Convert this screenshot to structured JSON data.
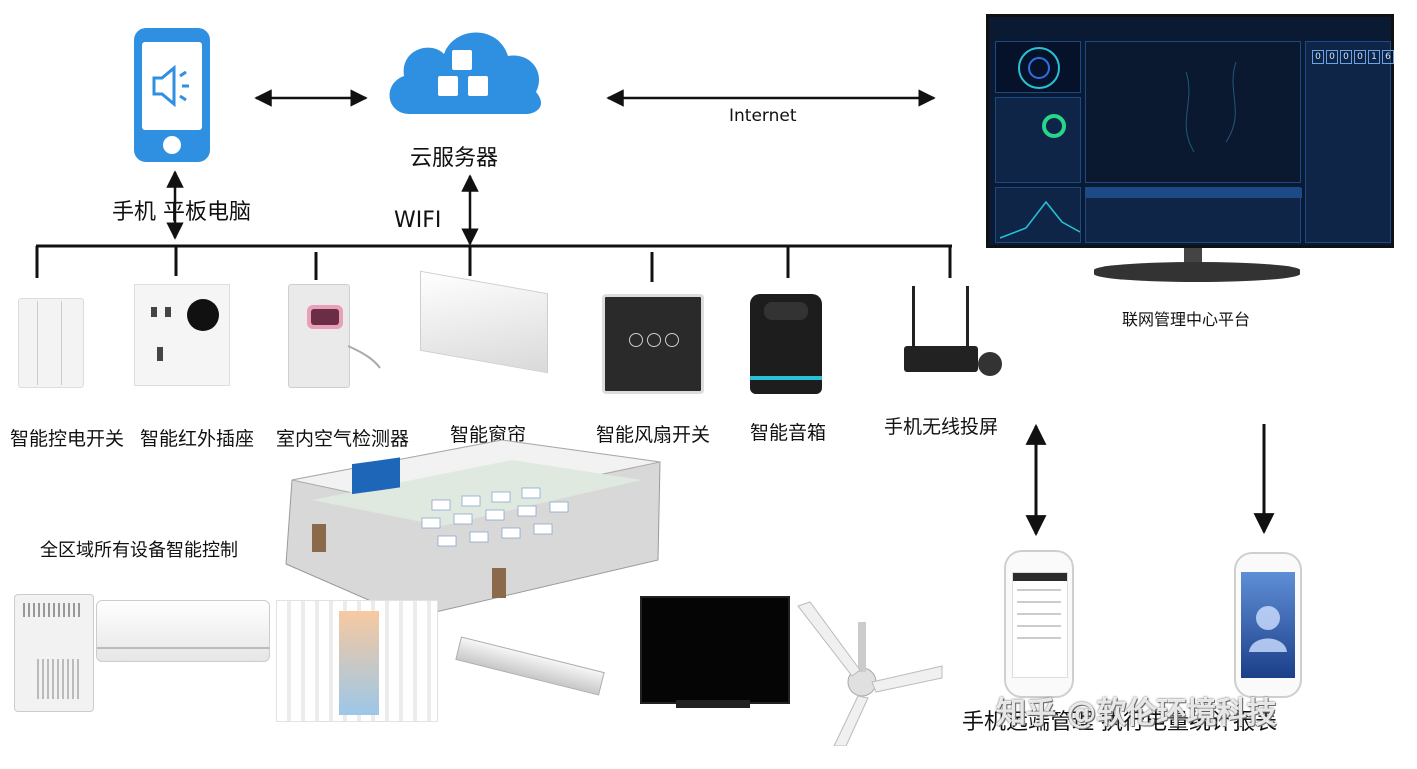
{
  "top": {
    "phone_tablet_label": "手机 平板电脑",
    "cloud_label": "云服务器",
    "wifi_label": "WIFI",
    "internet_label": "Internet",
    "platform_label": "联网管理中心平台"
  },
  "devices": [
    {
      "label": "智能控电开关"
    },
    {
      "label": "智能红外插座"
    },
    {
      "label": "室内空气检测器"
    },
    {
      "label": "智能窗帘"
    },
    {
      "label": "智能风扇开关"
    },
    {
      "label": "智能音箱"
    },
    {
      "label": "手机无线投屏"
    }
  ],
  "middle": {
    "whole_area_label": "全区域所有设备智能控制"
  },
  "dashboard": {
    "counter_digits": [
      "0",
      "0",
      "0",
      "0",
      "1",
      "6"
    ]
  },
  "bottom": {
    "caption_text": "手机远端管理 执行电量统计报表",
    "watermark": "知乎 @软伦环境科技"
  },
  "colors": {
    "cloud_blue": "#2f8fe0",
    "screen_bg": "#0b1a33",
    "accent_cyan": "#27c2d6"
  }
}
